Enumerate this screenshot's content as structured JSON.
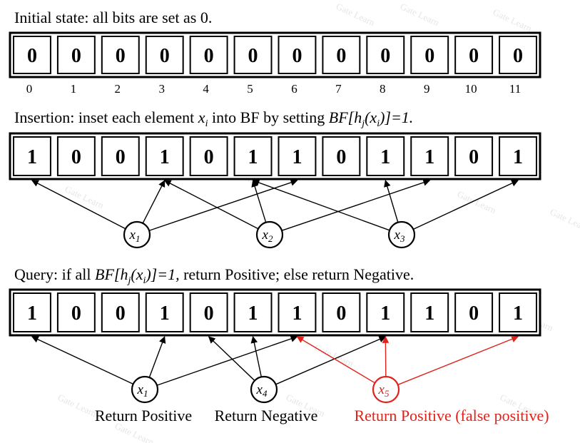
{
  "colors": {
    "black": "#000000",
    "red": "#e0221b",
    "watermark": "#e8e8e8"
  },
  "watermark_text": "Gate Learn",
  "index_labels": [
    "0",
    "1",
    "2",
    "3",
    "4",
    "5",
    "6",
    "7",
    "8",
    "9",
    "10",
    "11"
  ],
  "sections": {
    "initial": {
      "caption": "Initial state: all bits are set as 0.",
      "bits": [
        "0",
        "0",
        "0",
        "0",
        "0",
        "0",
        "0",
        "0",
        "0",
        "0",
        "0",
        "0"
      ]
    },
    "insertion": {
      "caption_plain": "Insertion: inset each element ",
      "caption_var": "x",
      "caption_var_sub": "i",
      "caption_mid": " into BF by setting ",
      "caption_formula": "BF[h",
      "caption_formula_sub1": "j",
      "caption_formula_mid": "(x",
      "caption_formula_sub2": "i",
      "caption_formula_end": ")]=1.",
      "bits": [
        "1",
        "0",
        "0",
        "1",
        "0",
        "1",
        "1",
        "0",
        "1",
        "1",
        "0",
        "1"
      ],
      "elements": [
        {
          "name": "x",
          "sub": "1",
          "targets": [
            0,
            3,
            6
          ]
        },
        {
          "name": "x",
          "sub": "2",
          "targets": [
            3,
            5,
            9
          ]
        },
        {
          "name": "x",
          "sub": "3",
          "targets": [
            5,
            8,
            11
          ]
        }
      ]
    },
    "query": {
      "caption_plain": "Query: if all ",
      "caption_formula": "BF[h",
      "caption_formula_sub1": "j",
      "caption_formula_mid": "(x",
      "caption_formula_sub2": "i",
      "caption_formula_end": ")]=1,",
      "caption_rest": " return Positive; else return Negative.",
      "bits": [
        "1",
        "0",
        "0",
        "1",
        "0",
        "1",
        "1",
        "0",
        "1",
        "1",
        "0",
        "1"
      ],
      "elements": [
        {
          "name": "x",
          "sub": "1",
          "targets": [
            0,
            3,
            6
          ],
          "result": "Return Positive",
          "highlight": false
        },
        {
          "name": "x",
          "sub": "4",
          "targets": [
            4,
            5,
            8
          ],
          "result": "Return Negative",
          "highlight": false
        },
        {
          "name": "x",
          "sub": "5",
          "targets": [
            6,
            8,
            11
          ],
          "result": "Return Positive (false positive)",
          "highlight": true
        }
      ]
    }
  }
}
